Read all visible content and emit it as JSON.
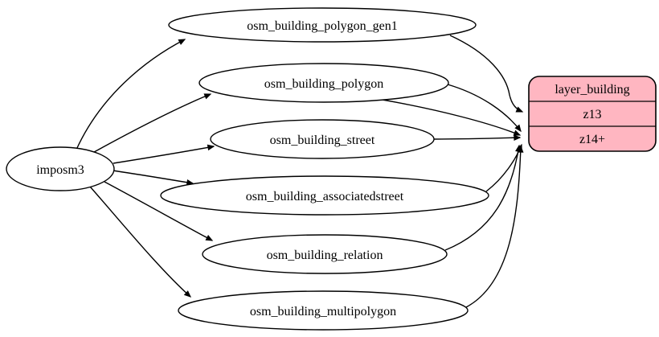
{
  "diagram": {
    "type": "etl-flow-graph",
    "background": "#ffffff",
    "edge_color": "#000000",
    "nodes": {
      "source": {
        "id": "imposm3",
        "label": "imposm3",
        "shape": "ellipse",
        "fill": "#ffffff",
        "stroke": "#000000"
      },
      "tables": [
        {
          "id": "osm_building_polygon_gen1",
          "label": "osm_building_polygon_gen1",
          "shape": "ellipse"
        },
        {
          "id": "osm_building_polygon",
          "label": "osm_building_polygon",
          "shape": "ellipse"
        },
        {
          "id": "osm_building_street",
          "label": "osm_building_street",
          "shape": "ellipse"
        },
        {
          "id": "osm_building_associatedstreet",
          "label": "osm_building_associatedstreet",
          "shape": "ellipse"
        },
        {
          "id": "osm_building_relation",
          "label": "osm_building_relation",
          "shape": "ellipse"
        },
        {
          "id": "osm_building_multipolygon",
          "label": "osm_building_multipolygon",
          "shape": "ellipse"
        }
      ],
      "layer": {
        "id": "layer_building",
        "title": "layer_building",
        "rows": [
          "z13",
          "z14+"
        ],
        "shape": "rounded-record",
        "fill": "#ffb6c1",
        "stroke": "#000000"
      }
    },
    "edges": [
      {
        "from": "imposm3",
        "to": "osm_building_polygon_gen1"
      },
      {
        "from": "imposm3",
        "to": "osm_building_polygon"
      },
      {
        "from": "imposm3",
        "to": "osm_building_street"
      },
      {
        "from": "imposm3",
        "to": "osm_building_associatedstreet"
      },
      {
        "from": "imposm3",
        "to": "osm_building_relation"
      },
      {
        "from": "imposm3",
        "to": "osm_building_multipolygon"
      },
      {
        "from": "osm_building_polygon_gen1",
        "to": "layer_building:z13"
      },
      {
        "from": "osm_building_polygon",
        "to": "layer_building:z14+"
      },
      {
        "from": "osm_building_polygon",
        "to": "layer_building:z14+"
      },
      {
        "from": "osm_building_street",
        "to": "layer_building:z14+"
      },
      {
        "from": "osm_building_associatedstreet",
        "to": "layer_building:z14+"
      },
      {
        "from": "osm_building_relation",
        "to": "layer_building:z14+"
      },
      {
        "from": "osm_building_multipolygon",
        "to": "layer_building:z14+"
      }
    ]
  }
}
